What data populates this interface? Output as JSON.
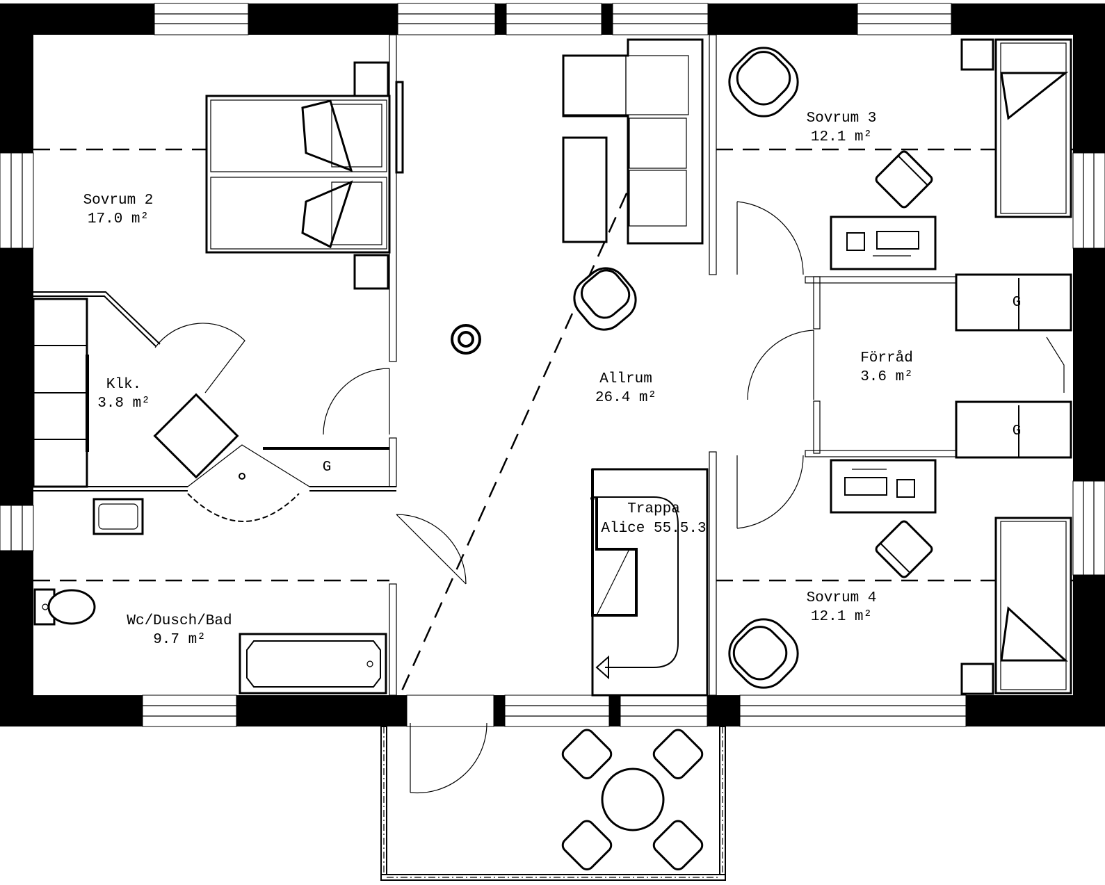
{
  "rooms": [
    {
      "name": "Sovrum 2",
      "area": "17.0 m²"
    },
    {
      "name": "Klk.",
      "area": "3.8 m²"
    },
    {
      "name": "Wc/Dusch/Bad",
      "area": "9.7 m²"
    },
    {
      "name": "Allrum",
      "area": "26.4 m²"
    },
    {
      "name": "Sovrum 3",
      "area": "12.1 m²"
    },
    {
      "name": "Förråd",
      "area": "3.6 m²"
    },
    {
      "name": "Sovrum 4",
      "area": "12.1 m²"
    }
  ],
  "stair": {
    "label": "Trappa",
    "model": "Alice 55.5.3"
  },
  "closet_marks": [
    "G",
    "G",
    "G"
  ]
}
